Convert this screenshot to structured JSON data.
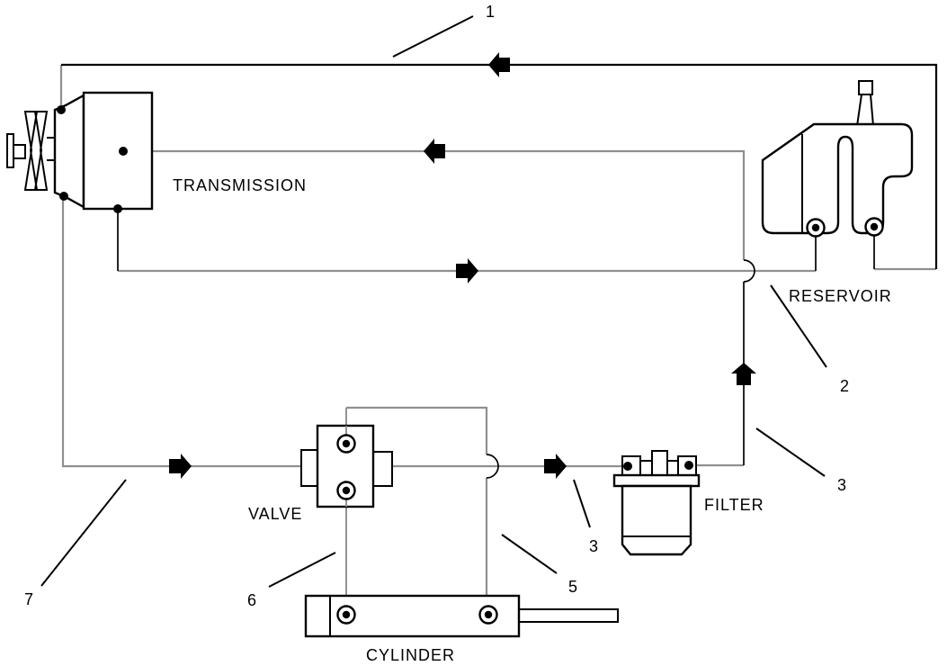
{
  "colors": {
    "bg": "#ffffff",
    "ink": "#000000",
    "line_gray": "#8f8f8f"
  },
  "components": {
    "transmission": {
      "label": "TRANSMISSION"
    },
    "reservoir": {
      "label": "RESERVOIR"
    },
    "valve": {
      "label": "VALVE"
    },
    "filter": {
      "label": "FILTER"
    },
    "cylinder": {
      "label": "CYLINDER"
    }
  },
  "callouts": {
    "c1": {
      "text": "1"
    },
    "c2": {
      "text": "2"
    },
    "c3_reservoir_line": {
      "text": "3"
    },
    "c3_filter_line": {
      "text": "3"
    },
    "c5": {
      "text": "5"
    },
    "c6": {
      "text": "6"
    },
    "c7": {
      "text": "7"
    }
  },
  "icons": {
    "flow_arrow": "solid block arrow showing oil flow direction",
    "line_hop": "semicircular crossover where lines cross without joining",
    "port": "bullseye fitting (ring with center dot)"
  }
}
